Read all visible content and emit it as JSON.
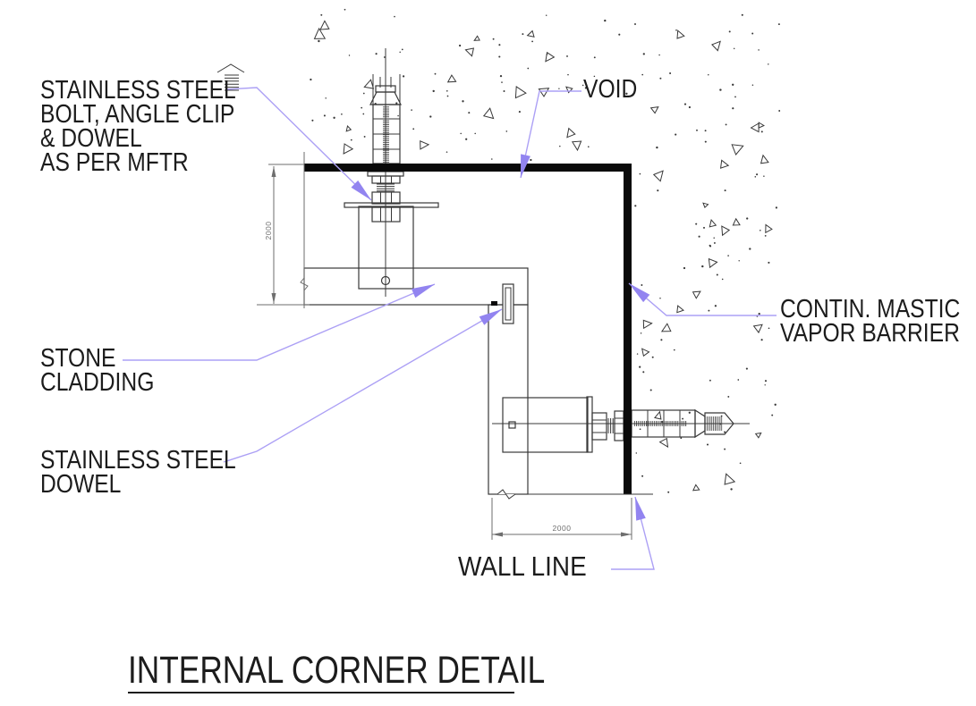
{
  "title": "INTERNAL CORNER DETAIL",
  "labels": {
    "bolt_note_line1": "STAINLESS STEEL",
    "bolt_note_line2": "BOLT, ANGLE CLIP",
    "bolt_note_line3": "& DOWEL",
    "bolt_note_line4": "AS PER MFTR",
    "void": "VOID",
    "stone_line1": "STONE",
    "stone_line2": "CLADDING",
    "dowel_line1": "STAINLESS STEEL",
    "dowel_line2": "DOWEL",
    "mastic_line1": "CONTIN. MASTIC",
    "mastic_line2": "VAPOR BARRIER",
    "wall_line": "WALL LINE"
  },
  "dimensions": {
    "vertical_dim": "2000",
    "horizontal_dim": "2000"
  },
  "colors": {
    "leader": "#aca0f5",
    "leader_arrow": "#9284f0",
    "line": "#383838",
    "dim": "#6e6e6e",
    "wall": "#0a0a0a",
    "text": "#1c1c1c"
  }
}
